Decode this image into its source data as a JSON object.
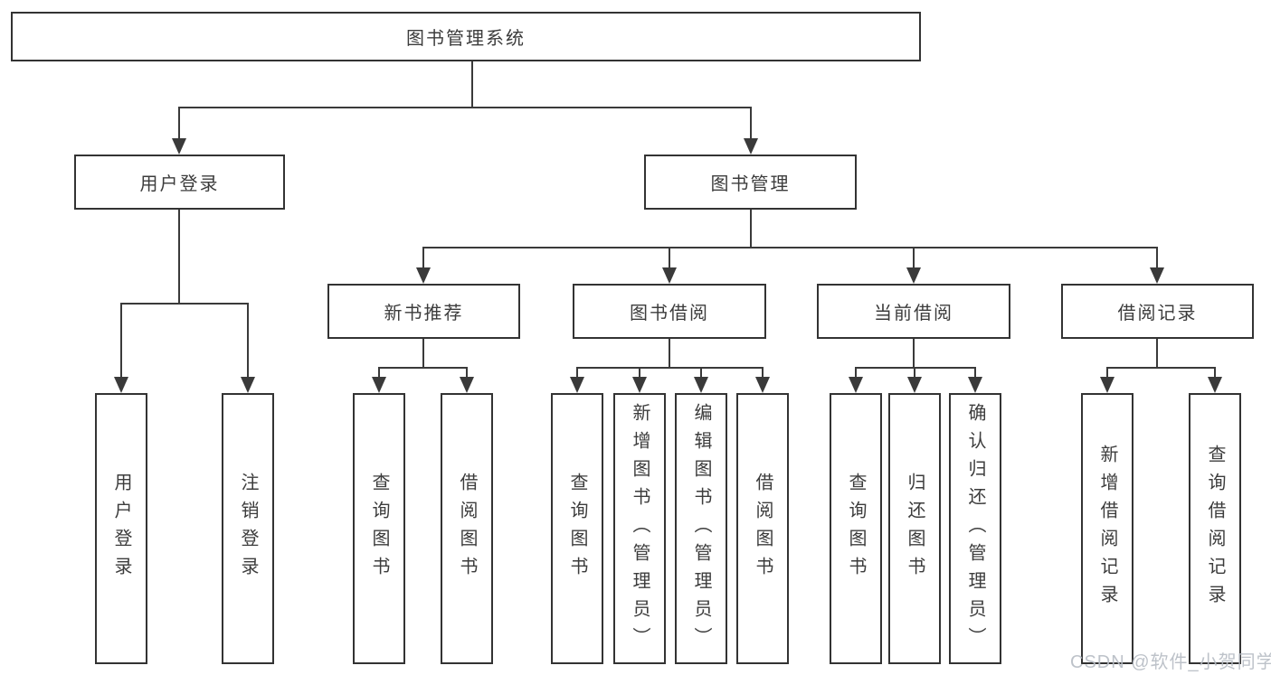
{
  "tree": {
    "label": "图书管理系统",
    "children": [
      {
        "label": "用户登录",
        "children": [
          {
            "label": "用户登录"
          },
          {
            "label": "注销登录"
          }
        ]
      },
      {
        "label": "图书管理",
        "children": [
          {
            "label": "新书推荐",
            "children": [
              {
                "label": "查询图书"
              },
              {
                "label": "借阅图书"
              }
            ]
          },
          {
            "label": "图书借阅",
            "children": [
              {
                "label": "查询图书"
              },
              {
                "label": "新增图书（管理员）"
              },
              {
                "label": "编辑图书（管理员）"
              },
              {
                "label": "借阅图书"
              }
            ]
          },
          {
            "label": "当前借阅",
            "children": [
              {
                "label": "查询图书"
              },
              {
                "label": "归还图书"
              },
              {
                "label": "确认归还（管理员）"
              }
            ]
          },
          {
            "label": "借阅记录",
            "children": [
              {
                "label": "新增借阅记录"
              },
              {
                "label": "查询借阅记录"
              }
            ]
          }
        ]
      }
    ]
  },
  "watermark": "CSDN @软件_小贺同学",
  "colors": {
    "line": "#3a3a3a",
    "border": "#333333",
    "text": "#3c3c3c",
    "watermark": "#b6bcc4",
    "background": "#ffffff"
  }
}
